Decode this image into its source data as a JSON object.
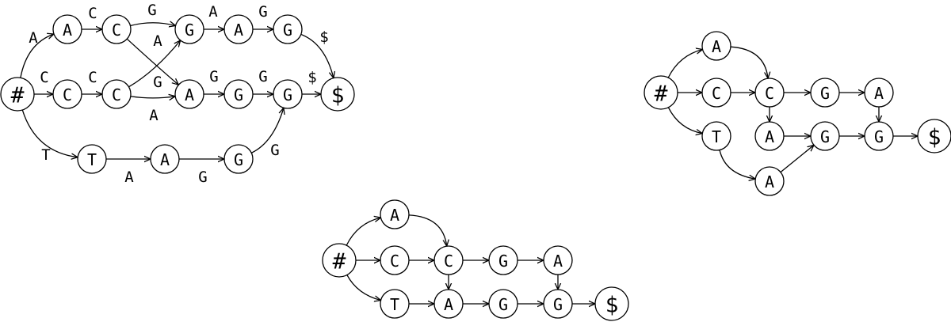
{
  "graphs": [
    {
      "id": "left",
      "nodes": [
        {
          "id": "s",
          "label": "#"
        },
        {
          "id": "a1",
          "label": "A"
        },
        {
          "id": "c1",
          "label": "C"
        },
        {
          "id": "g1",
          "label": "G"
        },
        {
          "id": "a2",
          "label": "A"
        },
        {
          "id": "g2",
          "label": "G"
        },
        {
          "id": "c2",
          "label": "C"
        },
        {
          "id": "c3",
          "label": "C"
        },
        {
          "id": "a3",
          "label": "A"
        },
        {
          "id": "g3",
          "label": "G"
        },
        {
          "id": "g4",
          "label": "G"
        },
        {
          "id": "e",
          "label": "$"
        },
        {
          "id": "t1",
          "label": "T"
        },
        {
          "id": "a4",
          "label": "A"
        },
        {
          "id": "g5",
          "label": "G"
        }
      ],
      "edges": [
        {
          "from": "s",
          "to": "a1",
          "label": "A"
        },
        {
          "from": "a1",
          "to": "c1",
          "label": "C"
        },
        {
          "from": "c1",
          "to": "g1",
          "label": "G"
        },
        {
          "from": "g1",
          "to": "a2",
          "label": "A"
        },
        {
          "from": "a2",
          "to": "g2",
          "label": "G"
        },
        {
          "from": "g2",
          "to": "e",
          "label": "$"
        },
        {
          "from": "s",
          "to": "c2",
          "label": "C"
        },
        {
          "from": "c2",
          "to": "c3",
          "label": "C"
        },
        {
          "from": "c1",
          "to": "a3",
          "label": "A"
        },
        {
          "from": "c3",
          "to": "g1",
          "label": "G"
        },
        {
          "from": "c3",
          "to": "a3",
          "label": "A"
        },
        {
          "from": "a3",
          "to": "g3",
          "label": "G"
        },
        {
          "from": "g3",
          "to": "g4",
          "label": "G"
        },
        {
          "from": "g4",
          "to": "e",
          "label": "$"
        },
        {
          "from": "s",
          "to": "t1",
          "label": "T"
        },
        {
          "from": "t1",
          "to": "a4",
          "label": "A"
        },
        {
          "from": "a4",
          "to": "g5",
          "label": "G"
        },
        {
          "from": "g5",
          "to": "g4",
          "label": "G"
        }
      ]
    },
    {
      "id": "right",
      "nodes": [
        {
          "id": "s",
          "label": "#"
        },
        {
          "id": "a1",
          "label": "A"
        },
        {
          "id": "c1",
          "label": "C"
        },
        {
          "id": "c2",
          "label": "C"
        },
        {
          "id": "g1",
          "label": "G"
        },
        {
          "id": "a2",
          "label": "A"
        },
        {
          "id": "t1",
          "label": "T"
        },
        {
          "id": "a3",
          "label": "A"
        },
        {
          "id": "g2",
          "label": "G"
        },
        {
          "id": "g3",
          "label": "G"
        },
        {
          "id": "e",
          "label": "$"
        },
        {
          "id": "a4",
          "label": "A"
        }
      ],
      "edges": [
        {
          "from": "s",
          "to": "a1"
        },
        {
          "from": "s",
          "to": "c1"
        },
        {
          "from": "s",
          "to": "t1"
        },
        {
          "from": "a1",
          "to": "c2"
        },
        {
          "from": "c1",
          "to": "c2"
        },
        {
          "from": "c2",
          "to": "g1"
        },
        {
          "from": "g1",
          "to": "a2"
        },
        {
          "from": "c2",
          "to": "a3"
        },
        {
          "from": "a2",
          "to": "g3"
        },
        {
          "from": "a3",
          "to": "g2"
        },
        {
          "from": "g2",
          "to": "g3"
        },
        {
          "from": "g3",
          "to": "e"
        },
        {
          "from": "t1",
          "to": "a4"
        },
        {
          "from": "a4",
          "to": "g2"
        }
      ]
    },
    {
      "id": "bottom",
      "nodes": [
        {
          "id": "s",
          "label": "#"
        },
        {
          "id": "a1",
          "label": "A"
        },
        {
          "id": "c1",
          "label": "C"
        },
        {
          "id": "c2",
          "label": "C"
        },
        {
          "id": "g1",
          "label": "G"
        },
        {
          "id": "a2",
          "label": "A"
        },
        {
          "id": "t1",
          "label": "T"
        },
        {
          "id": "a3",
          "label": "A"
        },
        {
          "id": "g2",
          "label": "G"
        },
        {
          "id": "g3",
          "label": "G"
        },
        {
          "id": "e",
          "label": "$"
        }
      ],
      "edges": [
        {
          "from": "s",
          "to": "a1"
        },
        {
          "from": "s",
          "to": "c1"
        },
        {
          "from": "s",
          "to": "t1"
        },
        {
          "from": "a1",
          "to": "c2"
        },
        {
          "from": "c1",
          "to": "c2"
        },
        {
          "from": "c2",
          "to": "g1"
        },
        {
          "from": "g1",
          "to": "a2"
        },
        {
          "from": "c2",
          "to": "a3"
        },
        {
          "from": "t1",
          "to": "a3"
        },
        {
          "from": "a3",
          "to": "g2"
        },
        {
          "from": "g2",
          "to": "g3"
        },
        {
          "from": "a2",
          "to": "g3"
        },
        {
          "from": "g3",
          "to": "e"
        }
      ]
    }
  ]
}
